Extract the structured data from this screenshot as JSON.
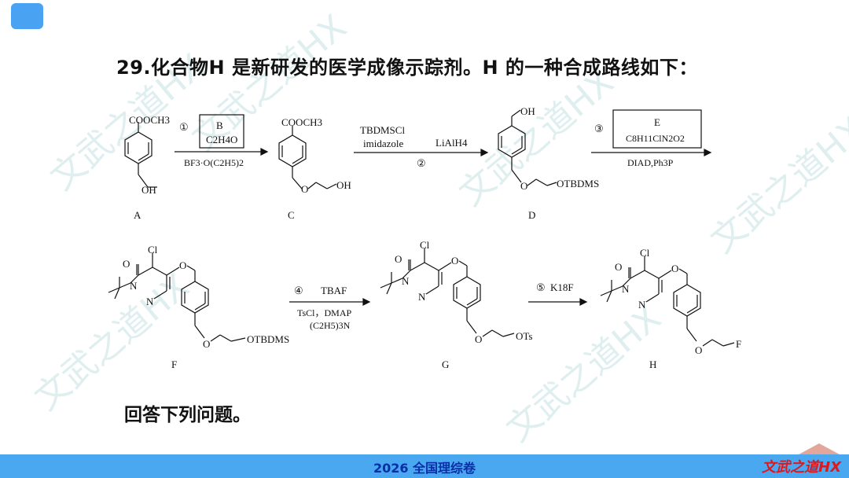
{
  "title": "29.化合物H 是新研发的医学成像示踪剂。H 的一种合成路线如下：",
  "question": "回答下列问题。",
  "footer": {
    "text": "2026 全国理综卷",
    "brand": "文武之道HX"
  },
  "watermark": "文武之道HX",
  "compounds": {
    "A": {
      "label": "A",
      "ester": "COOCH3",
      "oh": "OH"
    },
    "C": {
      "label": "C",
      "ester": "COOCH3",
      "oh": "OH",
      "o": "O"
    },
    "D": {
      "label": "D",
      "oh": "OH",
      "o": "O",
      "otbdms": "OTBDMS"
    },
    "F": {
      "label": "F",
      "otbdms": "OTBDMS"
    },
    "G": {
      "label": "G",
      "ots": "OTs"
    },
    "H": {
      "label": "H",
      "f18": "F"
    }
  },
  "common": {
    "cl": "Cl",
    "n": "N",
    "o": "O"
  },
  "steps": {
    "s1": {
      "num": "①",
      "reagent1": "B",
      "reagent2": "C2H4O",
      "below": "BF3·O(C2H5)2"
    },
    "s2": {
      "num": "②",
      "above1": "TBDMSCl",
      "above2": "imidazole",
      "above3": "LiAlH4"
    },
    "s3": {
      "num": "③",
      "reagent1": "E",
      "reagent2": "C8H11ClN2O2",
      "below": "DIAD,Ph3P"
    },
    "s4": {
      "num": "④",
      "above": "TBAF",
      "below1": "TsCl，DMAP",
      "below2": "(C2H5)3N"
    },
    "s5": {
      "num": "⑤",
      "above": "K18F"
    }
  }
}
